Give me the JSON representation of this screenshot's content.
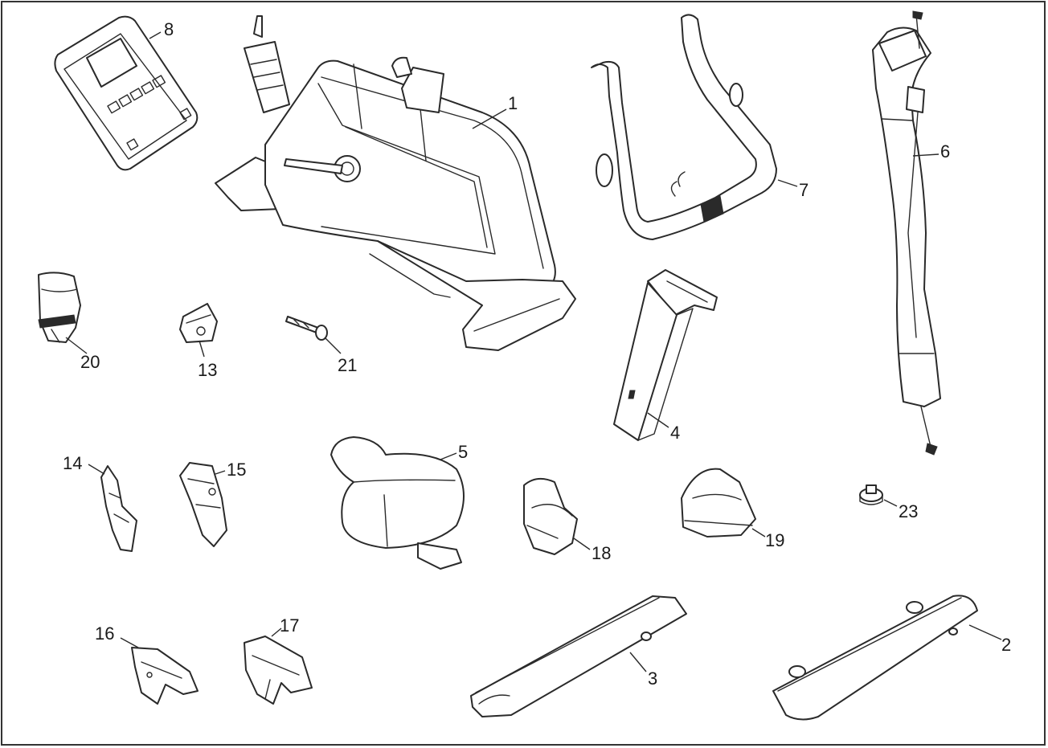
{
  "labels": {
    "p1": "1",
    "p2": "2",
    "p3": "3",
    "p4": "4",
    "p5": "5",
    "p6": "6",
    "p7": "7",
    "p8": "8",
    "p13": "13",
    "p14": "14",
    "p15": "15",
    "p16": "16",
    "p17": "17",
    "p18": "18",
    "p19": "19",
    "p20": "20",
    "p21": "21",
    "p23": "23"
  }
}
